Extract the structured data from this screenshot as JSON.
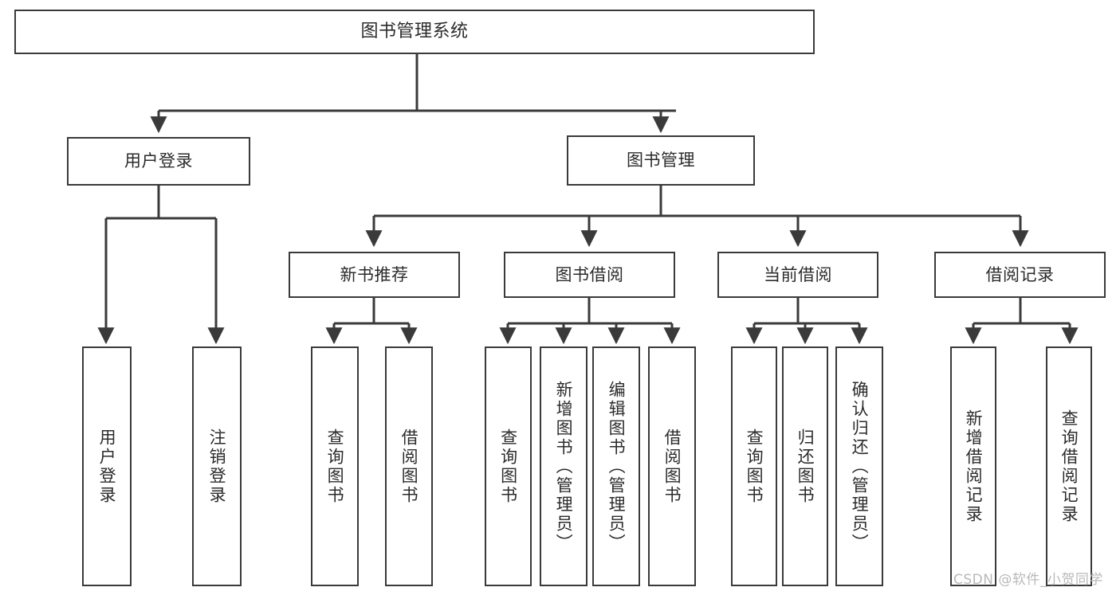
{
  "diagram": {
    "title": "图书管理系统",
    "type": "功能结构图",
    "watermark": "CSDN @软件_小贺同学",
    "colors": {
      "stroke": "#3a3a3a",
      "fill": "#ffffff",
      "text": "#2b2b2b",
      "watermark": "#b9b9b9"
    },
    "nodes": {
      "root": {
        "label": "图书管理系统"
      },
      "level2": [
        {
          "label": "用户登录"
        },
        {
          "label": "图书管理"
        }
      ],
      "level3": [
        {
          "label": "新书推荐"
        },
        {
          "label": "图书借阅"
        },
        {
          "label": "当前借阅"
        },
        {
          "label": "借阅记录"
        }
      ],
      "leaves": {
        "user_login": [
          {
            "label": "用户登录"
          },
          {
            "label": "注销登录"
          }
        ],
        "new_book": [
          {
            "label": "查询图书"
          },
          {
            "label": "借阅图书"
          }
        ],
        "book_borrow": [
          {
            "label": "查询图书"
          },
          {
            "label": "新增图书（管理员）"
          },
          {
            "label": "编辑图书（管理员）"
          },
          {
            "label": "借阅图书"
          }
        ],
        "current_borrow": [
          {
            "label": "查询图书"
          },
          {
            "label": "归还图书"
          },
          {
            "label": "确认归还（管理员）"
          }
        ],
        "borrow_record": [
          {
            "label": "新增借阅记录"
          },
          {
            "label": "查询借阅记录"
          }
        ]
      }
    }
  }
}
